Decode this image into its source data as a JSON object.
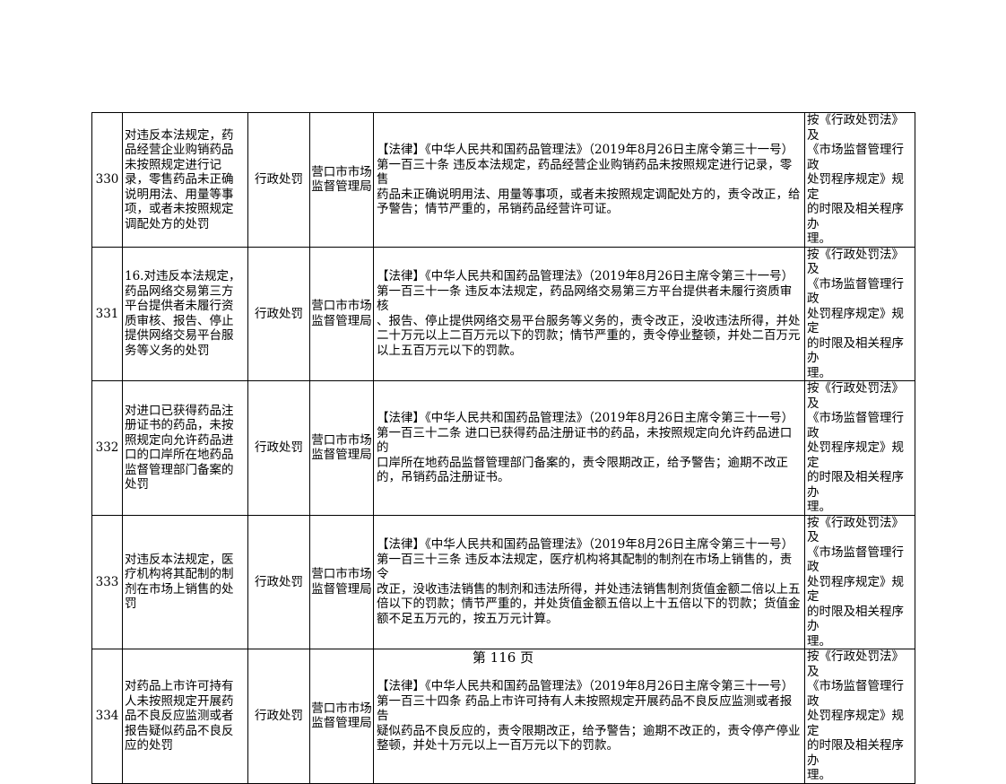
{
  "rows": [
    {
      "no": "330",
      "item": "对违反本法规定，药\n品经营企业购销药品\n未按照规定进行记\n录，零售药品未正确\n说明用法、用量等事\n项，或者未按照规定\n调配处方的处罚",
      "type": "行政处罚",
      "org": "营口市市场\n监督管理局",
      "basis": "【法律】《中华人民共和国药品管理法》（2019年8月26日主席令第三十一号）\n第一百三十条 违反本法规定，药品经营企业购销药品未按照规定进行记录，零售\n药品未正确说明用法、用量等事项，或者未按照规定调配处方的，责令改正，给\n予警告；情节严重的，吊销药品经营许可证。",
      "procedure": "按《行政处罚法》及\n《市场监督管理行政\n处罚程序规定》规定\n的时限及相关程序办\n理。"
    },
    {
      "no": "331",
      "item": "16.对违反本法规定，\n药品网络交易第三方\n平台提供者未履行资\n质审核、报告、停止\n提供网络交易平台服\n务等义务的处罚",
      "type": "行政处罚",
      "org": "营口市市场\n监督管理局",
      "basis": "【法律】《中华人民共和国药品管理法》（2019年8月26日主席令第三十一号）\n第一百三十一条 违反本法规定，药品网络交易第三方平台提供者未履行资质审核\n、报告、停止提供网络交易平台服务等义务的，责令改正，没收违法所得，并处\n二十万元以上二百万元以下的罚款；情节严重的，责令停业整顿，并处二百万元\n以上五百万元以下的罚款。",
      "procedure": "按《行政处罚法》及\n《市场监督管理行政\n处罚程序规定》规定\n的时限及相关程序办\n理。"
    },
    {
      "no": "332",
      "item": "对进口已获得药品注\n册证书的药品，未按\n照规定向允许药品进\n口的口岸所在地药品\n监督管理部门备案的\n处罚",
      "type": "行政处罚",
      "org": "营口市市场\n监督管理局",
      "basis": "【法律】《中华人民共和国药品管理法》（2019年8月26日主席令第三十一号）\n第一百三十二条 进口已获得药品注册证书的药品，未按照规定向允许药品进口的\n口岸所在地药品监督管理部门备案的，责令限期改正，给予警告；逾期不改正\n的，吊销药品注册证书。",
      "procedure": "按《行政处罚法》及\n《市场监督管理行政\n处罚程序规定》规定\n的时限及相关程序办\n理。"
    },
    {
      "no": "333",
      "item": "对违反本法规定，医\n疗机构将其配制的制\n剂在市场上销售的处\n罚",
      "type": "行政处罚",
      "org": "营口市市场\n监督管理局",
      "basis": "【法律】《中华人民共和国药品管理法》（2019年8月26日主席令第三十一号）\n第一百三十三条 违反本法规定，医疗机构将其配制的制剂在市场上销售的，责令\n改正，没收违法销售的制剂和违法所得，并处违法销售制剂货值金额二倍以上五\n倍以下的罚款；情节严重的，并处货值金额五倍以上十五倍以下的罚款；货值金\n额不足五万元的，按五万元计算。",
      "procedure": "按《行政处罚法》及\n《市场监督管理行政\n处罚程序规定》规定\n的时限及相关程序办\n理。"
    },
    {
      "no": "334",
      "item": "对药品上市许可持有\n人未按照规定开展药\n品不良反应监测或者\n报告疑似药品不良反\n应的处罚",
      "type": "行政处罚",
      "org": "营口市市场\n监督管理局",
      "basis": "【法律】《中华人民共和国药品管理法》（2019年8月26日主席令第三十一号）\n第一百三十四条 药品上市许可持有人未按照规定开展药品不良反应监测或者报告\n疑似药品不良反应的，责令限期改正，给予警告；逾期不改正的，责令停产停业\n整顿，并处十万元以上一百万元以下的罚款。",
      "procedure": "按《行政处罚法》及\n《市场监督管理行政\n处罚程序规定》规定\n的时限及相关程序办\n理。"
    }
  ],
  "footer": {
    "page_label": "第 116 页"
  }
}
